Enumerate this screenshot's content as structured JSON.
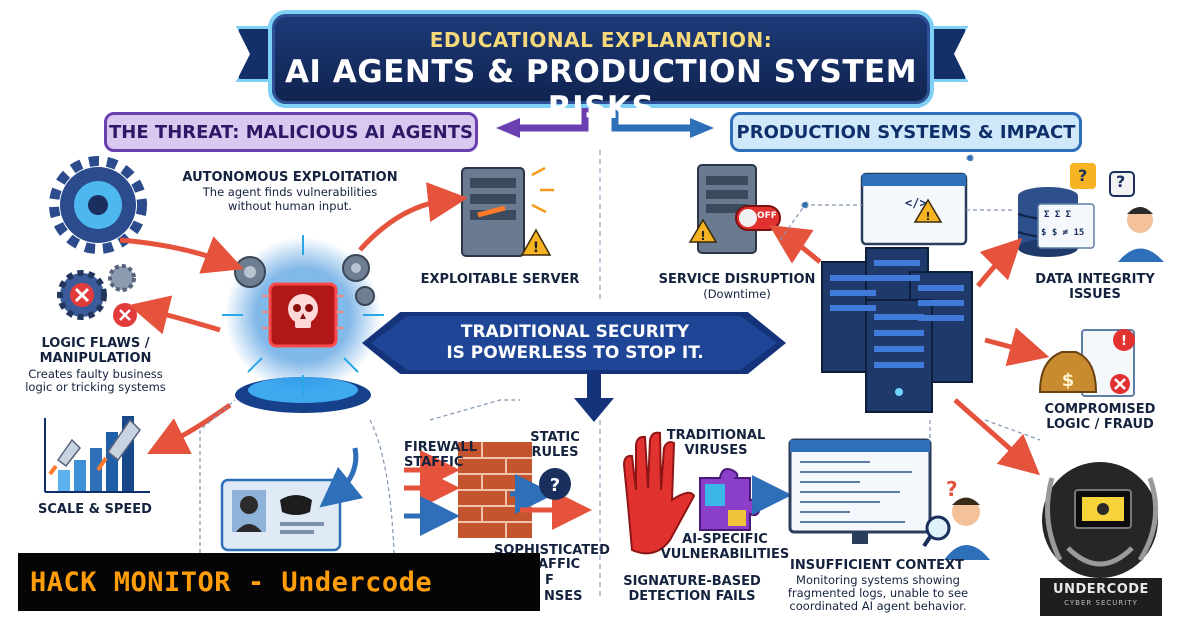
{
  "header": {
    "pre_title": "EDUCATIONAL EXPLANATION:",
    "title": "AI AGENTS & PRODUCTION SYSTEM RISKS"
  },
  "threat": {
    "banner": "THE THREAT: MALICIOUS AI AGENTS",
    "autonomous_title": "AUTONOMOUS EXPLOITATION",
    "autonomous_desc_1": "The agent finds vulnerabilities",
    "autonomous_desc_2": "without human input.",
    "exploitable_server": "EXPLOITABLE SERVER",
    "logic_title_1": "LOGIC FLAWS /",
    "logic_title_2": "MANIPULATION",
    "logic_desc_1": "Creates faulty business",
    "logic_desc_2": "logic or tricking systems",
    "scale_speed": "SCALE & SPEED"
  },
  "center": {
    "line1": "TRADITIONAL SECURITY",
    "line2": "IS POWERLESS TO STOP IT."
  },
  "defenses": {
    "firewall_1": "FIREWALL",
    "firewall_2": "STAFFIC",
    "static_1": "STATIC",
    "static_2": "RULES",
    "sophisticated_1": "SOPHISTICATED",
    "sophisticated_2": "AFFIC",
    "partial_1": "F",
    "partial_2": "NSES",
    "traditional_viruses_1": "TRADITIONAL",
    "traditional_viruses_2": "VIRUSES",
    "ai_vuln_1": "AI-SPECIFIC",
    "ai_vuln_2": "VULNERABILITIES",
    "signature_1": "SIGNATURE-BASED",
    "signature_2": "DETECTION FAILS",
    "insufficient_title": "INSUFFICIENT CONTEXT",
    "insufficient_desc_1": "Monitoring systems showing",
    "insufficient_desc_2": "fragmented logs, unable to see",
    "insufficient_desc_3": "coordinated AI agent behavior."
  },
  "impact": {
    "banner": "PRODUCTION SYSTEMS & IMPACT",
    "service_disruption": "SERVICE DISRUPTION",
    "downtime": "(Downtime)",
    "off_label": "OFF",
    "data_integrity_1": "DATA INTEGRITY",
    "data_integrity_2": "ISSUES",
    "compromised_1": "COMPROMISED",
    "compromised_2": "LOGIC / FRAUD",
    "db_line_1": "Σ Σ Σ",
    "db_line_2": "$ $ ≠ 15",
    "code_tag": "</>"
  },
  "overlay": {
    "hack_monitor": "HACK MONITOR - Undercode",
    "logo_name": "UNDERCODE",
    "logo_tag": "CYBER SECURITY"
  },
  "colors": {
    "navy": "#15337a",
    "purple": "#6b3fb0",
    "arrow_red": "#e5533d",
    "arrow_blue": "#2d6fb8",
    "hack_orange": "#ff9d0a"
  }
}
